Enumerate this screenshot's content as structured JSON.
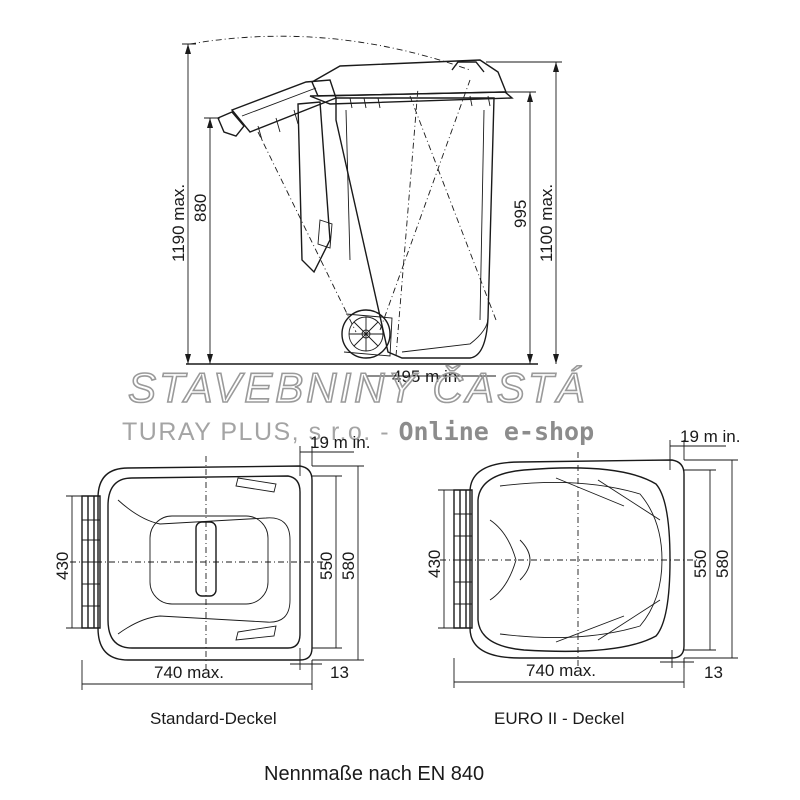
{
  "side_view": {
    "dim_height_max": "1190 max.",
    "dim_rim_height": "880",
    "dim_body_height": "995",
    "dim_total_height": "1100 max.",
    "dim_wheel_base": "495 m in."
  },
  "top_left": {
    "dim_depth_min": "19 m in.",
    "dim_handle_width": "430",
    "dim_inner_width": "550",
    "dim_outer_width": "580",
    "dim_length": "740 max.",
    "dim_edge": "13",
    "caption": "Standard-Deckel"
  },
  "top_right": {
    "dim_depth_min": "19 m in.",
    "dim_handle_width": "430",
    "dim_inner_width": "550",
    "dim_outer_width": "580",
    "dim_length": "740 max.",
    "dim_edge": "13",
    "caption": "EURO II - Deckel"
  },
  "watermark": {
    "title": "STAVEBNINY ČASTÁ",
    "company": "TURAY PLUS, s.r.o. - ",
    "shop": "Online e-shop"
  },
  "footer": "Nennmaße nach EN 840",
  "colors": {
    "ink": "#1a1a1a",
    "watermark": "#9a9a9a",
    "background": "#ffffff"
  }
}
